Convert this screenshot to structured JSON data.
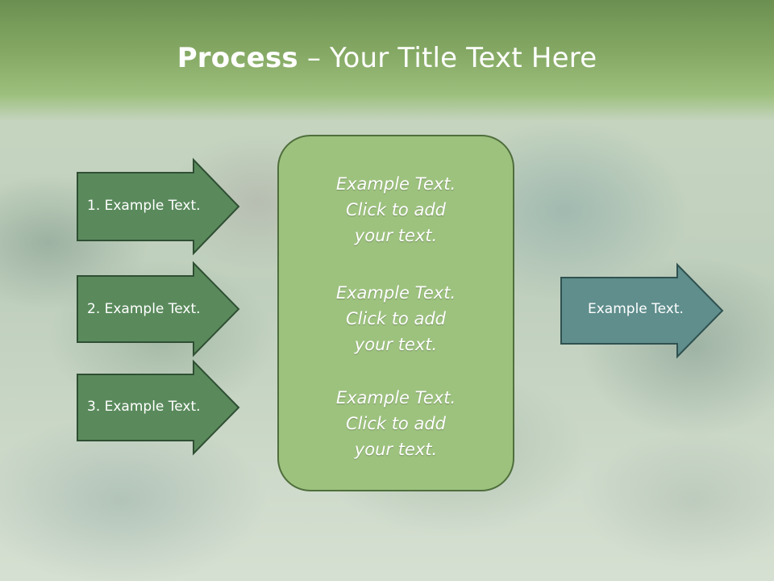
{
  "title": {
    "bold": "Process",
    "rest": " – Your Title Text Here"
  },
  "left_arrows": [
    {
      "label": "1. Example Text."
    },
    {
      "label": "2. Example Text."
    },
    {
      "label": "3. Example Text."
    }
  ],
  "center_box": {
    "paragraphs": [
      {
        "lines": [
          "Example Text.",
          "Click  to add",
          "your text."
        ]
      },
      {
        "lines": [
          "Example Text.",
          "Click  to add",
          "your text."
        ]
      },
      {
        "lines": [
          "Example Text.",
          "Click  to add",
          "your text."
        ]
      }
    ]
  },
  "right_arrow": {
    "label": "Example Text."
  },
  "colors": {
    "left_arrow_fill": "#5a8a5c",
    "center_box_fill": "#9dc27e",
    "right_arrow_fill": "#5f8e8c",
    "title_bar": "#86aa65"
  }
}
